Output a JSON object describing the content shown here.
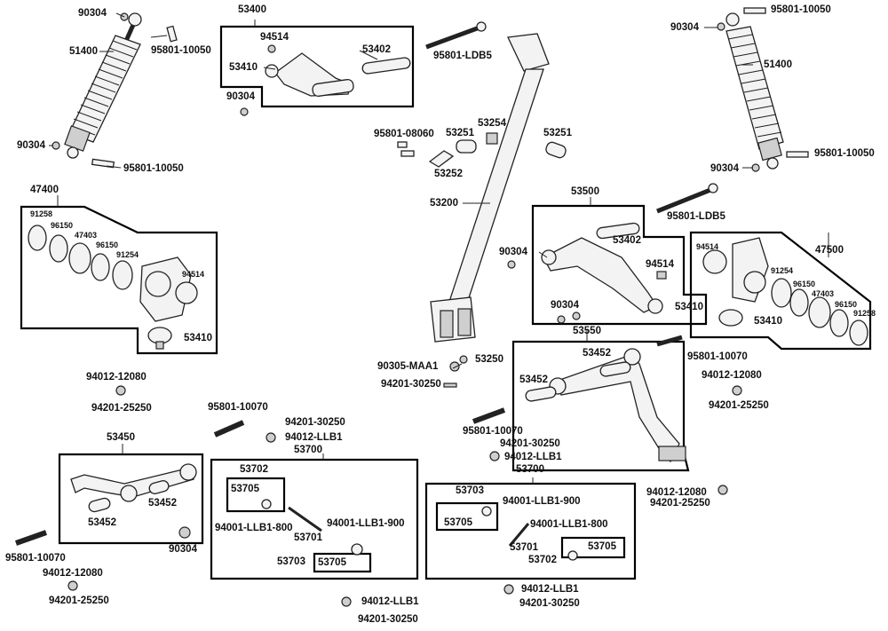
{
  "labels": [
    {
      "id": "l1",
      "text": "90304"
    },
    {
      "id": "l2",
      "text": "51400"
    },
    {
      "id": "l3",
      "text": "95801-10050"
    },
    {
      "id": "l4",
      "text": "90304"
    },
    {
      "id": "l5",
      "text": "95801-10050"
    },
    {
      "id": "l6",
      "text": "53400"
    },
    {
      "id": "l7",
      "text": "94514"
    },
    {
      "id": "l8",
      "text": "53410"
    },
    {
      "id": "l9",
      "text": "53402"
    },
    {
      "id": "l10",
      "text": "90304"
    },
    {
      "id": "l11",
      "text": "95801-LDB5"
    },
    {
      "id": "l12",
      "text": "95801-08060"
    },
    {
      "id": "l13",
      "text": "53251"
    },
    {
      "id": "l14",
      "text": "53254"
    },
    {
      "id": "l15",
      "text": "53252"
    },
    {
      "id": "l16",
      "text": "53251"
    },
    {
      "id": "l17",
      "text": "53200"
    },
    {
      "id": "l18",
      "text": "90304"
    },
    {
      "id": "l19",
      "text": "95801-10050"
    },
    {
      "id": "l20",
      "text": "51400"
    },
    {
      "id": "l21",
      "text": "95801-10050"
    },
    {
      "id": "l22",
      "text": "90304"
    },
    {
      "id": "l23",
      "text": "47400"
    },
    {
      "id": "l24",
      "text": "91258"
    },
    {
      "id": "l25",
      "text": "96150"
    },
    {
      "id": "l26",
      "text": "47403"
    },
    {
      "id": "l27",
      "text": "96150"
    },
    {
      "id": "l28",
      "text": "91254"
    },
    {
      "id": "l29",
      "text": "94514"
    },
    {
      "id": "l30",
      "text": "53410"
    },
    {
      "id": "l31",
      "text": "53500"
    },
    {
      "id": "l32",
      "text": "95801-LDB5"
    },
    {
      "id": "l33",
      "text": "53402"
    },
    {
      "id": "l34",
      "text": "94514"
    },
    {
      "id": "l35",
      "text": "53410"
    },
    {
      "id": "l36",
      "text": "90304"
    },
    {
      "id": "l37",
      "text": "90304"
    },
    {
      "id": "l38",
      "text": "47500"
    },
    {
      "id": "l39",
      "text": "94514"
    },
    {
      "id": "l40",
      "text": "91254"
    },
    {
      "id": "l41",
      "text": "96150"
    },
    {
      "id": "l42",
      "text": "47403"
    },
    {
      "id": "l43",
      "text": "96150"
    },
    {
      "id": "l44",
      "text": "91258"
    },
    {
      "id": "l45",
      "text": "53410"
    },
    {
      "id": "l46",
      "text": "53550"
    },
    {
      "id": "l47",
      "text": "53452"
    },
    {
      "id": "l48",
      "text": "53452"
    },
    {
      "id": "l49",
      "text": "95801-10070"
    },
    {
      "id": "l50",
      "text": "90305-MAA1"
    },
    {
      "id": "l51",
      "text": "53250"
    },
    {
      "id": "l52",
      "text": "94201-30250"
    },
    {
      "id": "l53",
      "text": "94012-12080"
    },
    {
      "id": "l54",
      "text": "94201-25250"
    },
    {
      "id": "l55",
      "text": "94012-12080"
    },
    {
      "id": "l56",
      "text": "94201-25250"
    },
    {
      "id": "l57",
      "text": "95801-10070"
    },
    {
      "id": "l58",
      "text": "94201-30250"
    },
    {
      "id": "l59",
      "text": "94012-LLB1"
    },
    {
      "id": "l60",
      "text": "95801-10070"
    },
    {
      "id": "l61",
      "text": "94201-30250"
    },
    {
      "id": "l62",
      "text": "94012-LLB1"
    },
    {
      "id": "l63",
      "text": "53450"
    },
    {
      "id": "l64",
      "text": "53452"
    },
    {
      "id": "l65",
      "text": "53452"
    },
    {
      "id": "l66",
      "text": "95801-10070"
    },
    {
      "id": "l67",
      "text": "90304"
    },
    {
      "id": "l68",
      "text": "94012-12080"
    },
    {
      "id": "l69",
      "text": "94201-25250"
    },
    {
      "id": "l70",
      "text": "53700"
    },
    {
      "id": "l71",
      "text": "53702"
    },
    {
      "id": "l72",
      "text": "53705"
    },
    {
      "id": "l73",
      "text": "94001-LLB1-800"
    },
    {
      "id": "l74",
      "text": "94001-LLB1-900"
    },
    {
      "id": "l75",
      "text": "53701"
    },
    {
      "id": "l76",
      "text": "53703"
    },
    {
      "id": "l77",
      "text": "53705"
    },
    {
      "id": "l78",
      "text": "53700"
    },
    {
      "id": "l79",
      "text": "53703"
    },
    {
      "id": "l80",
      "text": "94001-LLB1-900"
    },
    {
      "id": "l81",
      "text": "53705"
    },
    {
      "id": "l82",
      "text": "94001-LLB1-800"
    },
    {
      "id": "l83",
      "text": "53701"
    },
    {
      "id": "l84",
      "text": "53702"
    },
    {
      "id": "l85",
      "text": "53705"
    },
    {
      "id": "l86",
      "text": "94012-12080"
    },
    {
      "id": "l87",
      "text": "94201-25250"
    },
    {
      "id": "l88",
      "text": "94012-LLB1"
    },
    {
      "id": "l89",
      "text": "94201-30250"
    },
    {
      "id": "l90",
      "text": "94012-LLB1"
    },
    {
      "id": "l91",
      "text": "94201-30250"
    }
  ]
}
